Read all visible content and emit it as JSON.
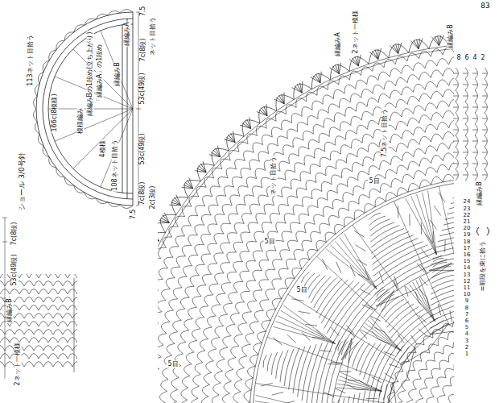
{
  "diagram": {
    "title": "ショール 3/0号針",
    "labels": [
      "83",
      "縁編みA",
      "7.5",
      "ネット目拾う",
      "7c(8段)",
      "縁編みBの1段め(立ち上がり)",
      "「縁編みA」の1段め",
      "縁編みB",
      "113ネット目拾う",
      "166c(8模様)",
      "模様編み",
      "4模様",
      "53c(49段)",
      "108ネット目拾う",
      "53c(49段)",
      "7c(8段)",
      "2c(3段)",
      "7.5",
      "7c(8段)",
      "53c(49段)",
      "縁編みB",
      "2ネット一模様",
      "縁編みA",
      "2ネット一模様",
      "縁編みB",
      "8",
      "6",
      "4",
      "2",
      "7.5ネット目拾う",
      "ネット目拾う",
      "5目",
      "5目",
      "5目",
      "5目",
      "縁編みB",
      "1",
      "2",
      "3",
      "4",
      "5",
      "6",
      "7",
      "8",
      "9",
      "10",
      "11",
      "12",
      "13",
      "14",
      "15",
      "16",
      "17",
      "18",
      "19",
      "20",
      "21",
      "22",
      "23",
      "24"
    ],
    "legend": [
      {
        "text": "=前段を束に拾う"
      }
    ]
  }
}
